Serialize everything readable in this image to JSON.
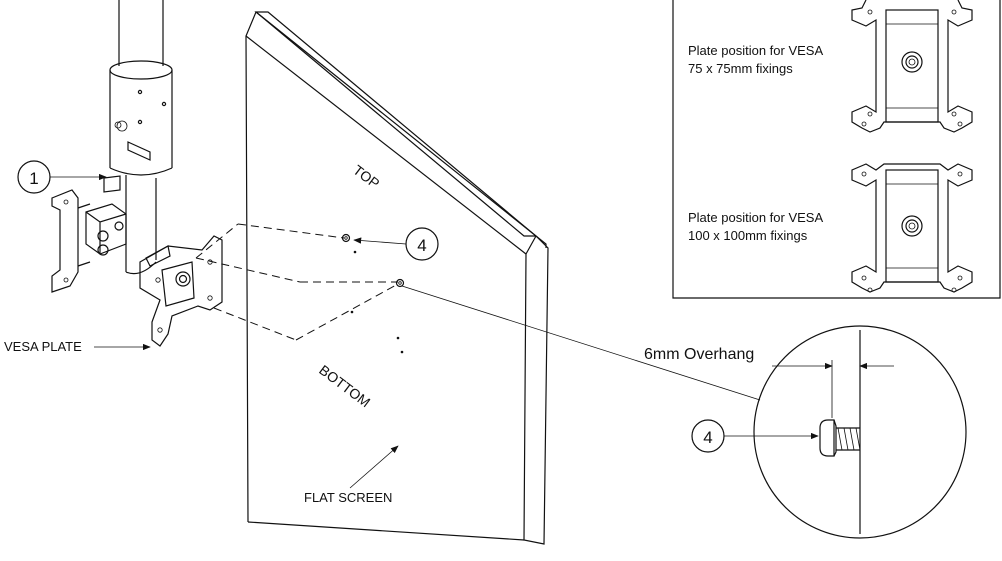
{
  "diagram": {
    "labels": {
      "callout_1": "1",
      "callout_4_top": "4",
      "callout_4_detail": "4",
      "top": "TOP",
      "bottom": "BOTTOM",
      "vesa_plate": "VESA PLATE",
      "flat_screen": "FLAT SCREEN",
      "overhang": "6mm Overhang"
    },
    "inset": {
      "plate_75": {
        "line1": "Plate position for VESA",
        "line2": "75 x 75mm fixings"
      },
      "plate_100": {
        "line1": "Plate position for VESA",
        "line2": "100 x 100mm fixings"
      }
    }
  }
}
